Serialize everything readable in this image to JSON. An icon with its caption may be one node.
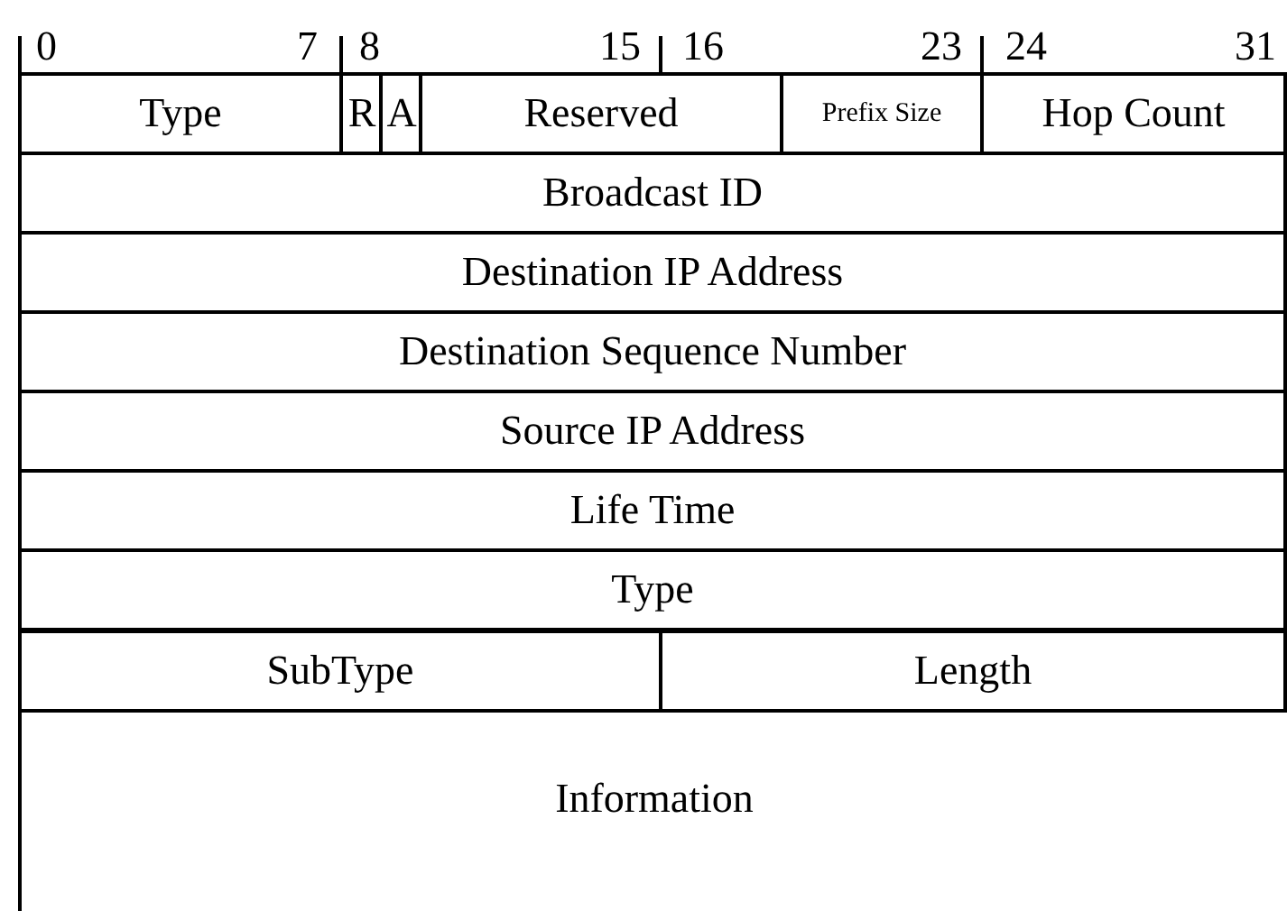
{
  "diagram": {
    "nodes": [
      {
        "text": [
          "Type"
        ]
      },
      {
        "text": [
          "R"
        ]
      },
      {
        "text": [
          "A"
        ]
      },
      {
        "text": [
          "Reserved"
        ]
      },
      {
        "text": [
          "Prefix Size"
        ]
      },
      {
        "text": [
          "Hop Count"
        ]
      },
      {
        "text": [
          "Broadcast ID"
        ]
      },
      {
        "text": [
          "Destination IP Address"
        ]
      },
      {
        "text": [
          "Destination Sequence Number"
        ]
      },
      {
        "text": [
          "Source IP Address"
        ]
      },
      {
        "text": [
          "Life Time"
        ]
      },
      {
        "text": [
          "Type"
        ]
      },
      {
        "text": [
          "SubType"
        ]
      },
      {
        "text": [
          "Length"
        ]
      },
      {
        "text": [
          "Information"
        ]
      }
    ],
    "labels": [
      "0",
      "7",
      "8",
      "15",
      "16",
      "23",
      "24",
      "31"
    ]
  }
}
